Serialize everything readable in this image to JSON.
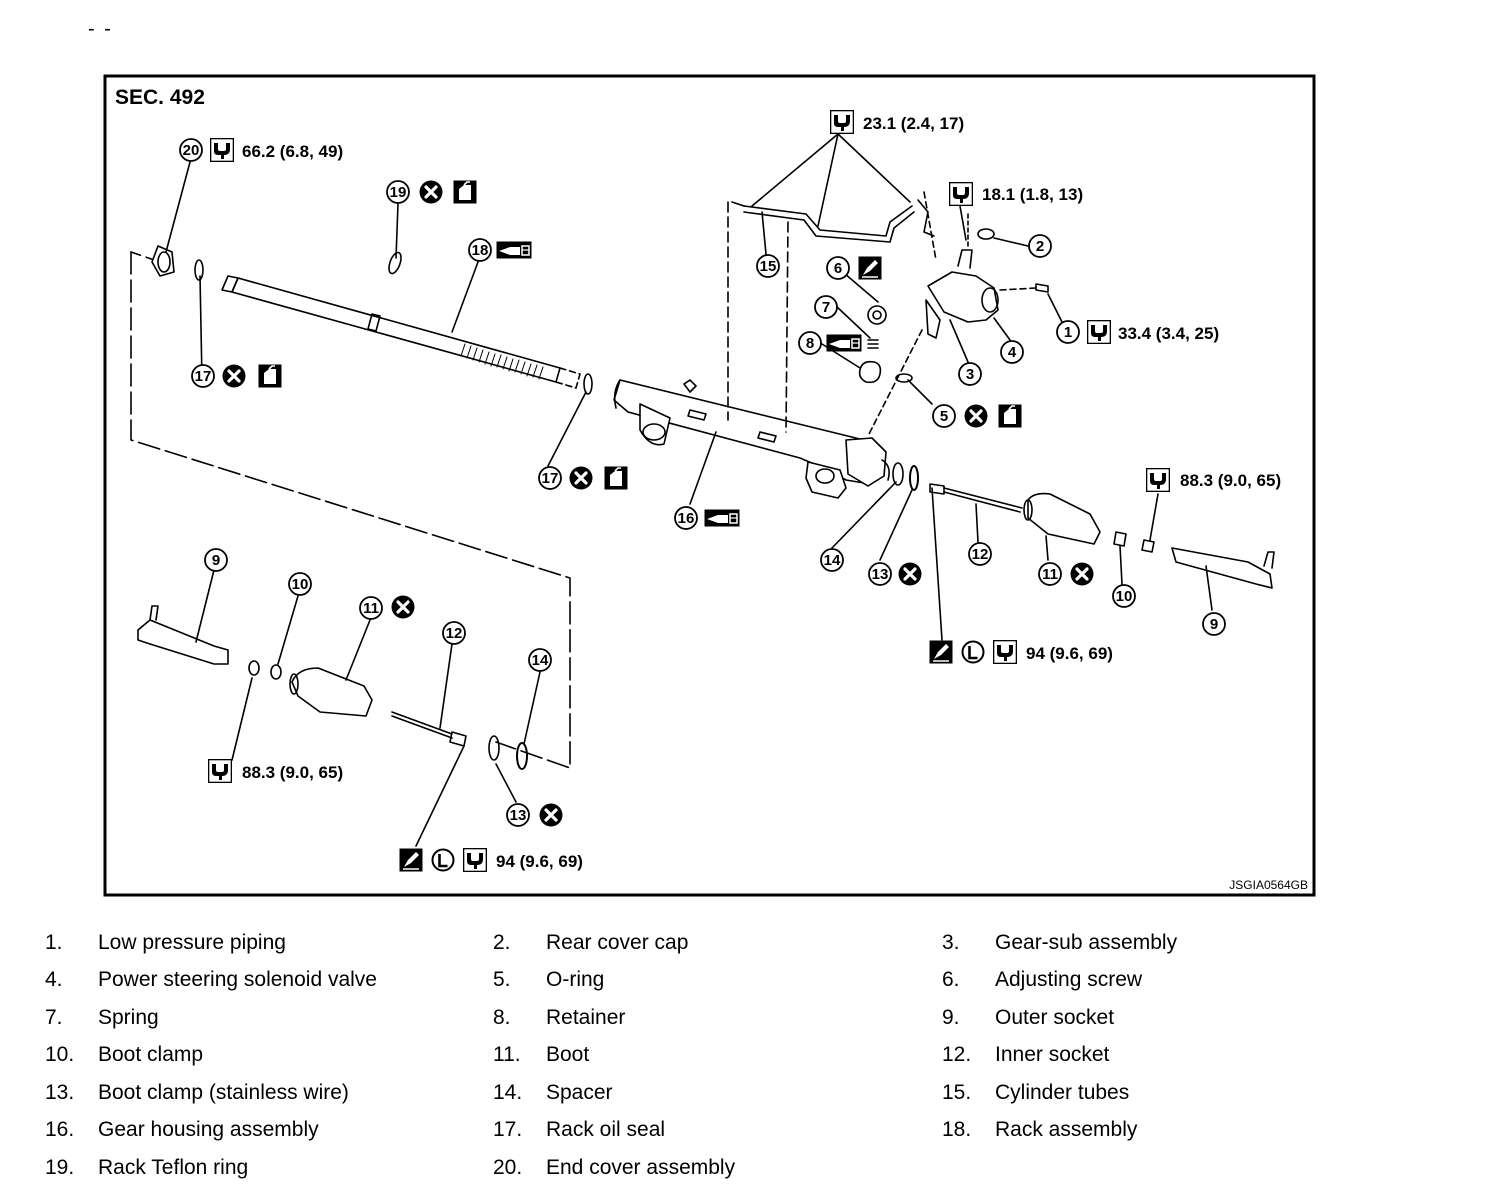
{
  "diagram": {
    "section": "SEC. 492",
    "figure_code": "JSGIA0564GB",
    "top_marker": "- -",
    "torques": {
      "t20": "66.2 (6.8, 49)",
      "t15": "23.1 (2.4, 17)",
      "t2": "18.1 (1.8, 13)",
      "t1": "33.4 (3.4, 25)",
      "t9r": "88.3 (9.0, 65)",
      "t12r": "94 (9.6, 69)",
      "t9l": "88.3 (9.0, 65)",
      "t12l": "94 (9.6, 69)"
    },
    "callouts": [
      "1",
      "2",
      "3",
      "4",
      "5",
      "6",
      "7",
      "8",
      "9",
      "10",
      "11",
      "12",
      "13",
      "14",
      "15",
      "16",
      "17",
      "18",
      "19",
      "20"
    ],
    "symbols": {
      "torque": "torque-wrench-icon",
      "do_not_reuse": "do-not-reuse-icon",
      "fluid": "power-steering-fluid-icon",
      "grease": "genuine-grease-icon",
      "locking": "locking-sealant-icon",
      "multipurpose": "multi-purpose-grease-icon",
      "locking_letter": "L"
    }
  },
  "legend": [
    {
      "num": "1.",
      "text": "Low pressure piping"
    },
    {
      "num": "2.",
      "text": "Rear cover cap"
    },
    {
      "num": "3.",
      "text": "Gear-sub assembly"
    },
    {
      "num": "4.",
      "text": "Power steering solenoid valve"
    },
    {
      "num": "5.",
      "text": "O-ring"
    },
    {
      "num": "6.",
      "text": "Adjusting screw"
    },
    {
      "num": "7.",
      "text": "Spring"
    },
    {
      "num": "8.",
      "text": "Retainer"
    },
    {
      "num": "9.",
      "text": "Outer socket"
    },
    {
      "num": "10.",
      "text": "Boot clamp"
    },
    {
      "num": "11.",
      "text": "Boot"
    },
    {
      "num": "12.",
      "text": "Inner socket"
    },
    {
      "num": "13.",
      "text": "Boot clamp (stainless wire)"
    },
    {
      "num": "14.",
      "text": "Spacer"
    },
    {
      "num": "15.",
      "text": "Cylinder tubes"
    },
    {
      "num": "16.",
      "text": "Gear housing assembly"
    },
    {
      "num": "17.",
      "text": "Rack oil seal"
    },
    {
      "num": "18.",
      "text": "Rack assembly"
    },
    {
      "num": "19.",
      "text": "Rack Teflon ring"
    },
    {
      "num": "20.",
      "text": "End cover assembly"
    }
  ]
}
